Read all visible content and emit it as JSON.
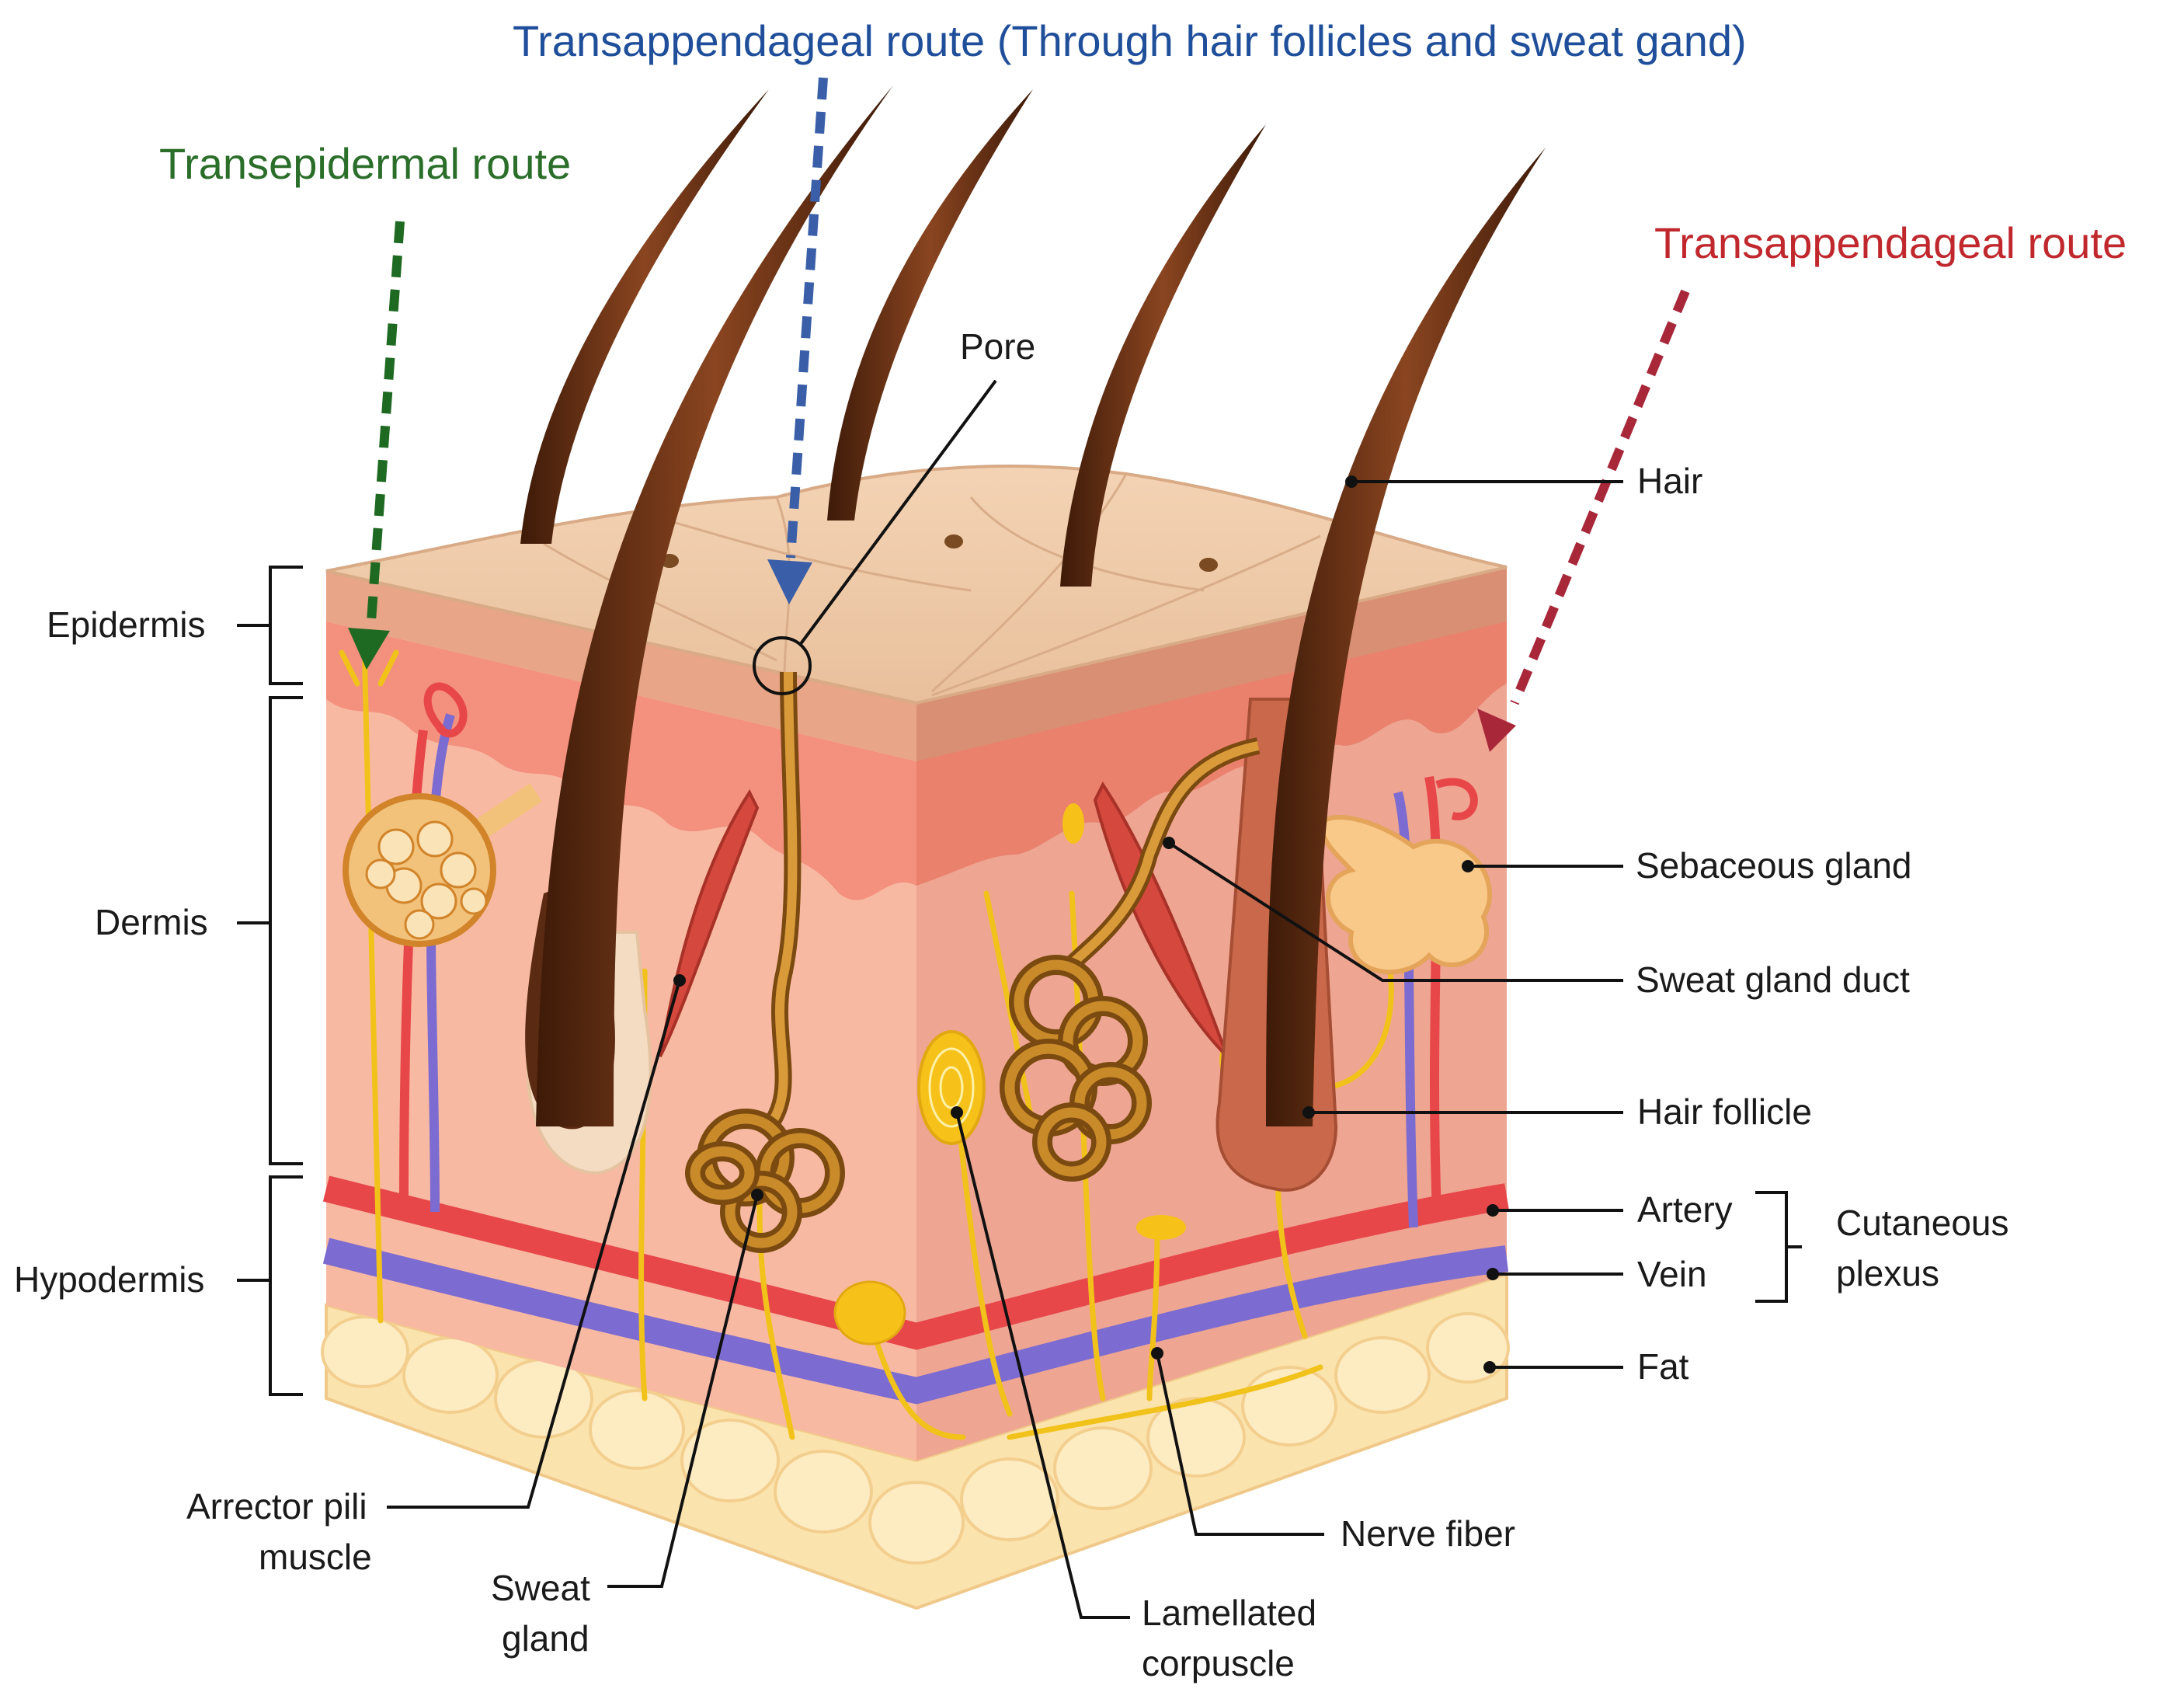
{
  "routes": {
    "transappendageal_top": "Transappendageal route (Through hair follicles and sweat gand)",
    "transepidermal": "Transepidermal route",
    "transappendageal_right": "Transappendageal route"
  },
  "layers": {
    "epidermis": "Epidermis",
    "dermis": "Dermis",
    "hypodermis": "Hypodermis"
  },
  "labels": {
    "pore": "Pore",
    "hair": "Hair",
    "sebaceous_gland": "Sebaceous gland",
    "sweat_gland_duct": "Sweat gland duct",
    "hair_follicle": "Hair follicle",
    "artery": "Artery",
    "vein": "Vein",
    "fat": "Fat",
    "cutaneous_plexus_line1": "Cutaneous",
    "cutaneous_plexus_line2": "plexus",
    "nerve_fiber": "Nerve fiber",
    "lamellated_line1": "Lamellated",
    "lamellated_line2": "corpuscle",
    "arrector_line1": "Arrector pili",
    "arrector_line2": "muscle",
    "sweat_gland_line1": "Sweat",
    "sweat_gland_line2": "gland"
  },
  "colors": {
    "transepidermal_route": "#2a6e2a",
    "transappendageal_top_route": "#1f4e9a",
    "transappendageal_right_route": "#c0282d",
    "epidermis_top": "#efc9a8",
    "dermis": "#f7b39f",
    "artery": "#e8474a",
    "vein": "#7c6bd0",
    "fat": "#fbe3ad",
    "hair": "#5a2a12",
    "nerve": "#f1c21a"
  }
}
